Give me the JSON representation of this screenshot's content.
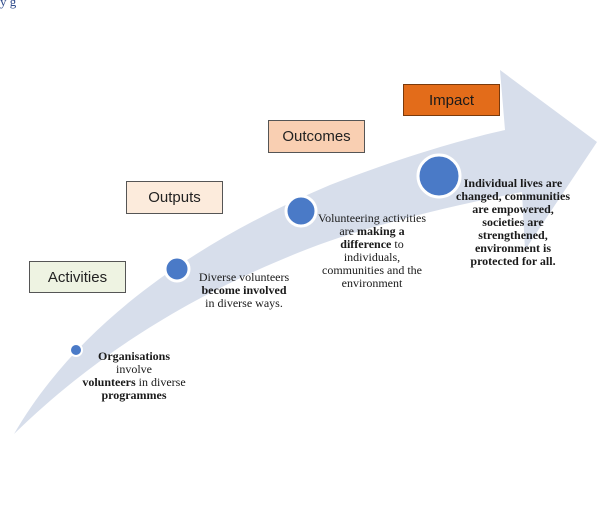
{
  "header_fragment": "y       g",
  "stages": {
    "activities": "Activities",
    "outputs": "Outputs",
    "outcomes": "Outcomes",
    "impact": "Impact"
  },
  "descriptions": {
    "activities": {
      "bold_a": "Organisations",
      "text_a": "involve",
      "bold_b": "volunteers",
      "text_b": "in diverse",
      "bold_c": "programmes"
    },
    "outputs": {
      "text_a": "Diverse volunteers",
      "bold_a": "become involved",
      "text_b": "in diverse ways."
    },
    "outcomes": {
      "text_a": "Volunteering activities are",
      "bold_a": "making a difference",
      "text_b": "to individuals, communities and the environment"
    },
    "impact": {
      "text_a": "Individual lives are changed, communities are empowered, societies are strengthened, environment is protected for all."
    }
  },
  "colors": {
    "arrow_fill": "#d7deeb",
    "dot_fill": "#4a7ac7",
    "dot_stroke": "#ffffff",
    "impact_box": "#e36c1a",
    "outcomes_box": "#f9cfb2",
    "outputs_box": "#fcebdc",
    "activities_box": "#eef3e2"
  }
}
